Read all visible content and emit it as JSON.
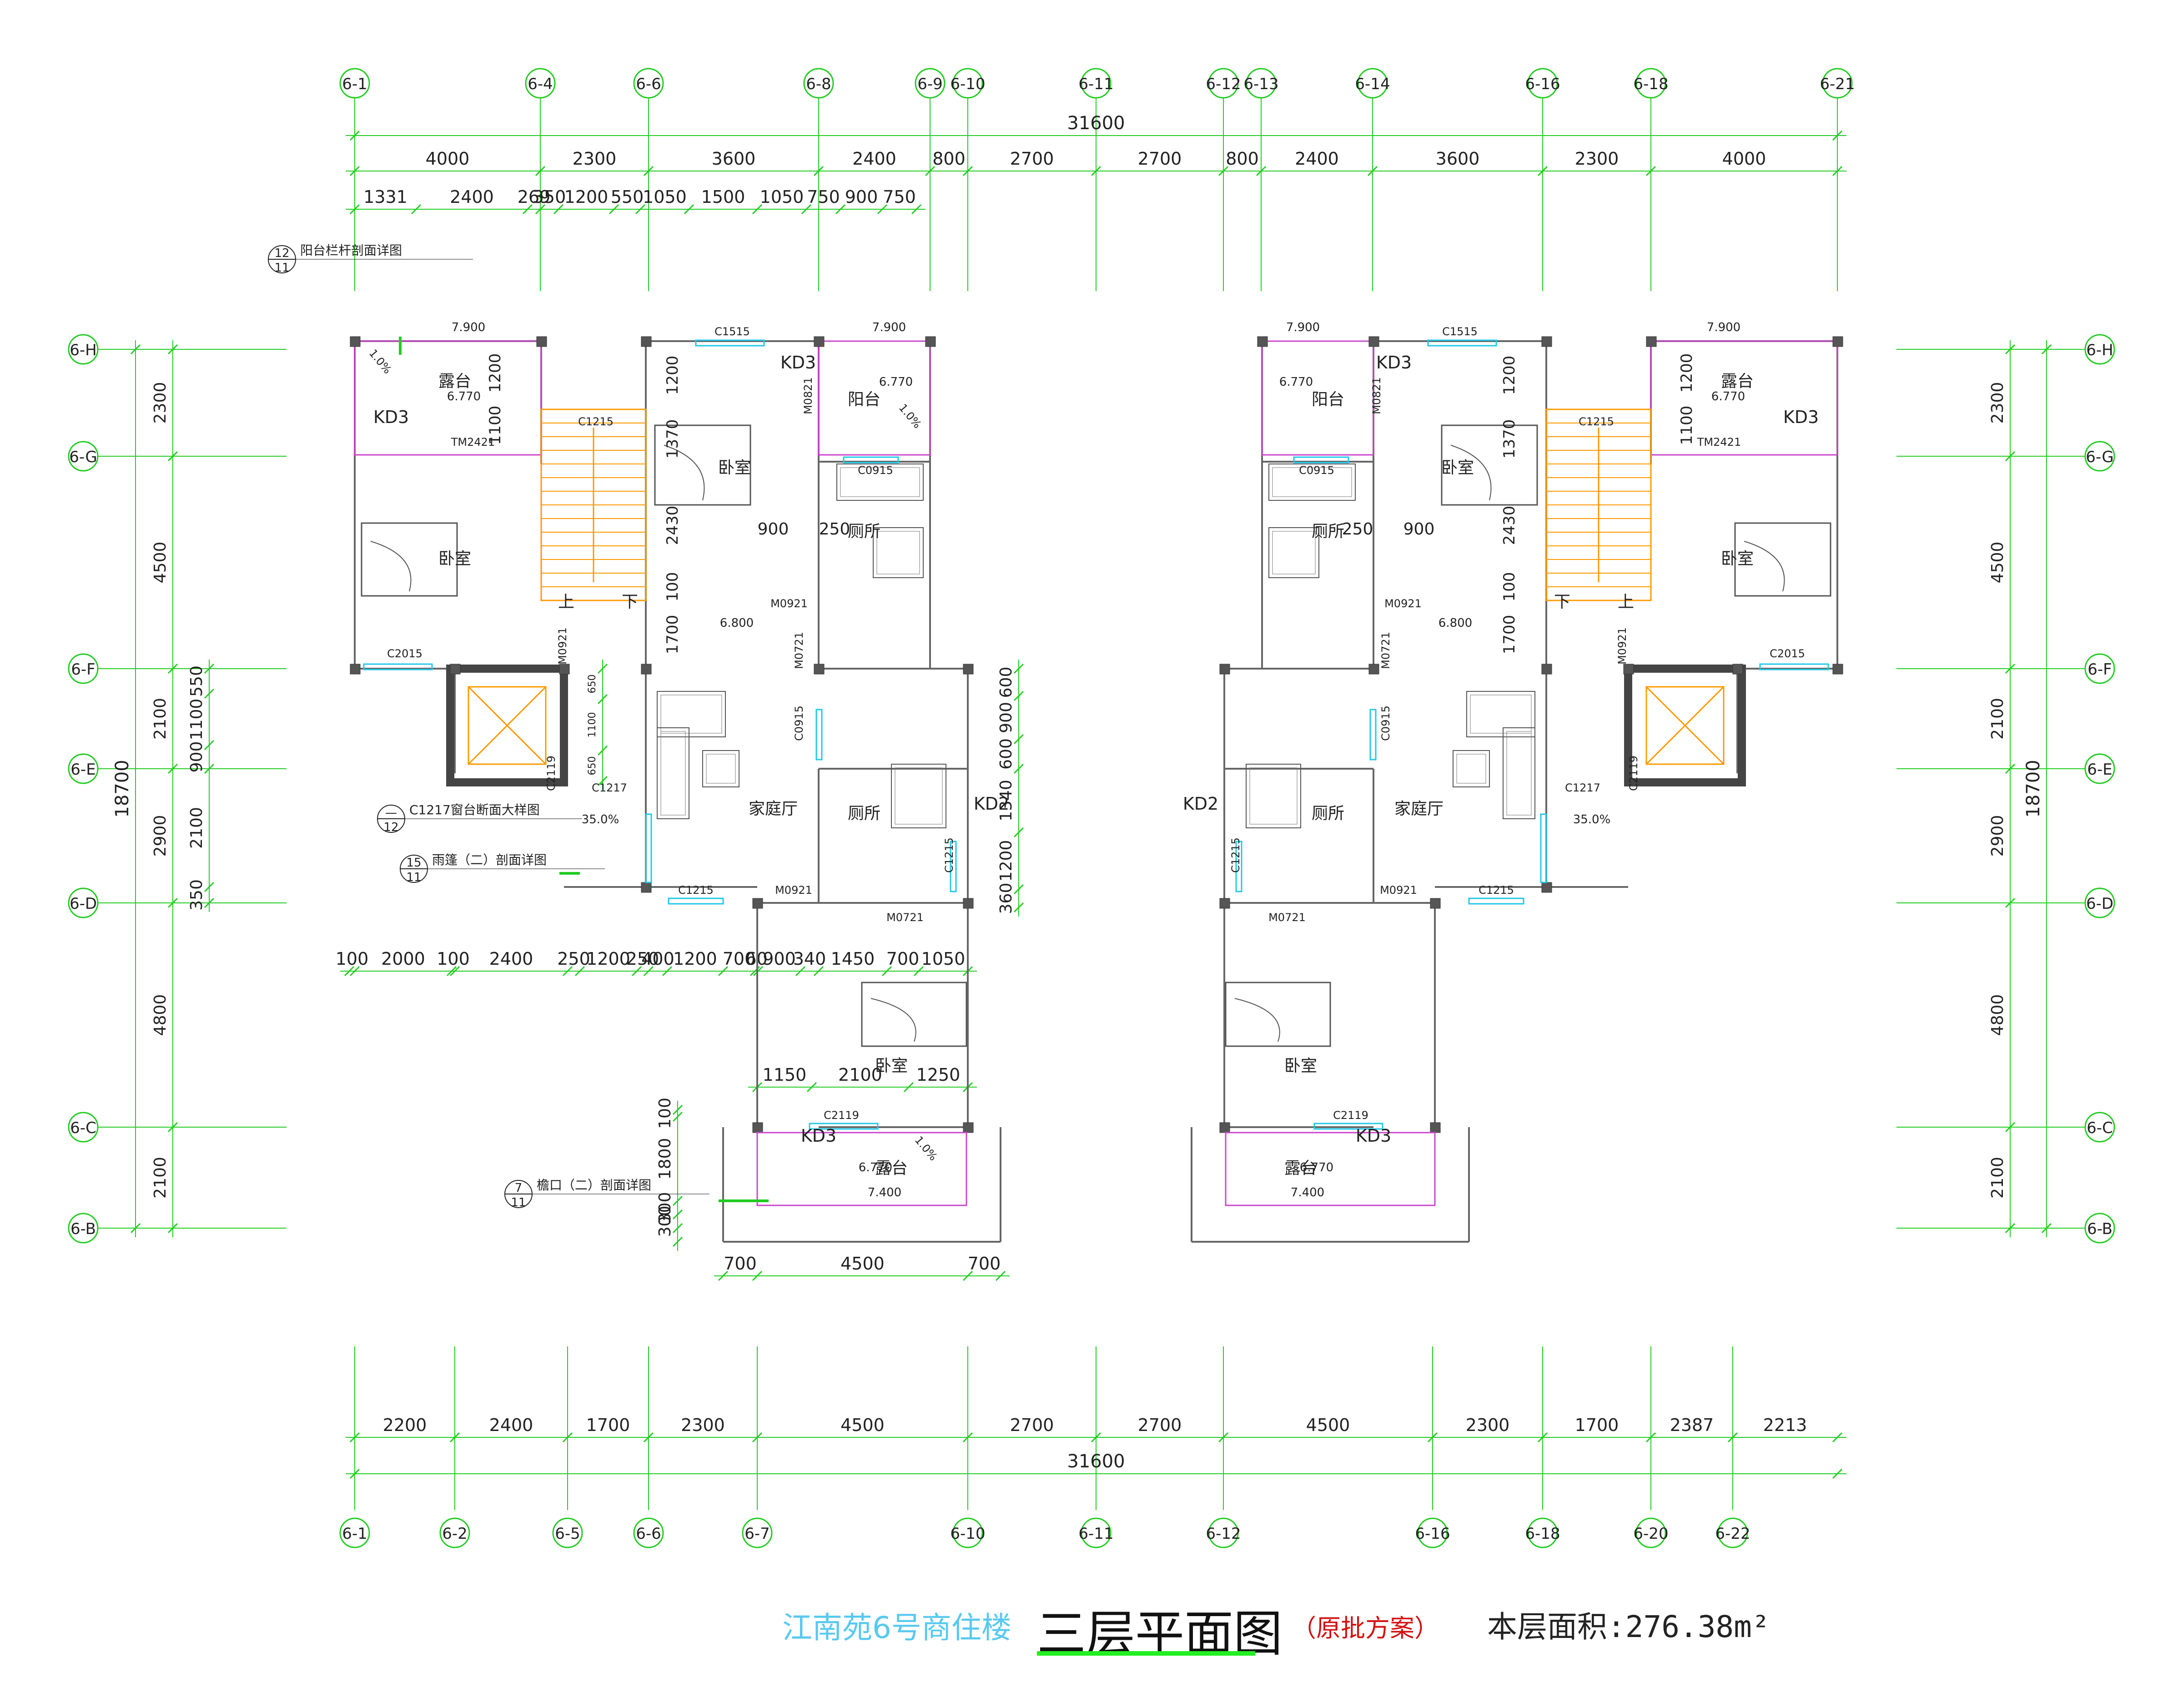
{
  "title": {
    "project": "江南苑6号商住楼",
    "drawing": "三层平面图",
    "scheme": "（原批方案）",
    "area_label": "本层面积:",
    "area_value": "276.38m²"
  },
  "colors": {
    "axis": "#22cc22",
    "wall": "#666666",
    "window": "#20c8e8",
    "stair": "#ff9900",
    "title_blue": "#58c9ef",
    "scheme_red": "#d41010",
    "railing": "#cc44cc"
  },
  "top_axes": [
    "6-1",
    "6-4",
    "6-6",
    "6-8",
    "6-9",
    "6-10",
    "6-11",
    "6-12",
    "6-13",
    "6-14",
    "6-16",
    "6-18",
    "6-21"
  ],
  "bottom_axes": [
    "6-1",
    "6-2",
    "6-5",
    "6-6",
    "6-7",
    "6-10",
    "6-11",
    "6-12",
    "6-16",
    "6-18",
    "6-20",
    "6-22"
  ],
  "side_axes": [
    "6-H",
    "6-G",
    "6-F",
    "6-E",
    "6-D",
    "6-C",
    "6-B"
  ],
  "top_total": "31600",
  "top_row1": [
    "4000",
    "2300",
    "3600",
    "2400",
    "800",
    "2700",
    "2700",
    "800",
    "2400",
    "3600",
    "2300",
    "4000"
  ],
  "top_row2": [
    "1331",
    "2400",
    "269",
    "350",
    "1200",
    "550",
    "1050",
    "1500",
    "1050",
    "750",
    "900",
    "750"
  ],
  "bottom_total": "31600",
  "bottom_row": [
    "2200",
    "2400",
    "1700",
    "2300",
    "4500",
    "2700",
    "2700",
    "4500",
    "2300",
    "1700",
    "2387",
    "2213"
  ],
  "left_total": "18700",
  "left_row1": [
    "2300",
    "4500",
    "2100",
    "2900",
    "4800",
    "2100"
  ],
  "left_row2": [
    "550",
    "1100",
    "900",
    "2100",
    "350"
  ],
  "right_total": "18700",
  "right_row": [
    "2300",
    "4500",
    "2100",
    "2900",
    "4800",
    "2100"
  ],
  "mid_dims": [
    "100",
    "2000",
    "100",
    "2400",
    "250",
    "1200",
    "250",
    "400",
    "1200",
    "700",
    "60",
    "900",
    "340",
    "1450",
    "700",
    "1050"
  ],
  "stair_dims": [
    "650",
    "1100",
    "650"
  ],
  "right_side_dims": [
    "600",
    "900",
    "600",
    "1340",
    "1200",
    "360"
  ],
  "lower_dims": [
    "1150",
    "2100",
    "1250"
  ],
  "balcony_side_dims": [
    "100",
    "1800",
    "300",
    "300"
  ],
  "balcony_bottom_dims": [
    "700",
    "4500",
    "700"
  ],
  "room_labels": {
    "terrace": "露台",
    "balcony": "阳台",
    "bedroom": "卧室",
    "toilet": "厕所",
    "living": "家庭厅",
    "up": "上",
    "down": "下"
  },
  "tags": {
    "c1515": "C1515",
    "c1215": "C1215",
    "c2015": "C2015",
    "c0915": "C0915",
    "c1217": "C1217",
    "c2119": "C2119",
    "c2119v": "C2119",
    "c1215v": "C1215",
    "m0921": "M0921",
    "m0821": "M0821",
    "m0721": "M0721",
    "tm2421": "TM2421",
    "kd2": "KD2",
    "kd3": "KD3",
    "lv7900": "7.900",
    "lv6770": "6.770",
    "lv6800": "6.800",
    "lv7400": "7.400",
    "slope": "1.0%",
    "slope35": "35.0%",
    "ramp2430": "2430",
    "ramp1370": "1370",
    "ramp100": "100",
    "d1700": "1700",
    "d900": "900",
    "d250": "250",
    "d1200": "1200",
    "d1100": "1100"
  },
  "notes": {
    "railing": "阳台栏杆剖面详图",
    "railing_num": "12",
    "railing_den": "11",
    "window": "C1217窗台断面大样图",
    "window_num": "—",
    "window_den": "12",
    "canopy": "雨篷（二）剖面详图",
    "canopy_num": "15",
    "canopy_den": "11",
    "eave": "檐口（二）剖面详图",
    "eave_num": "7",
    "eave_den": "11"
  }
}
